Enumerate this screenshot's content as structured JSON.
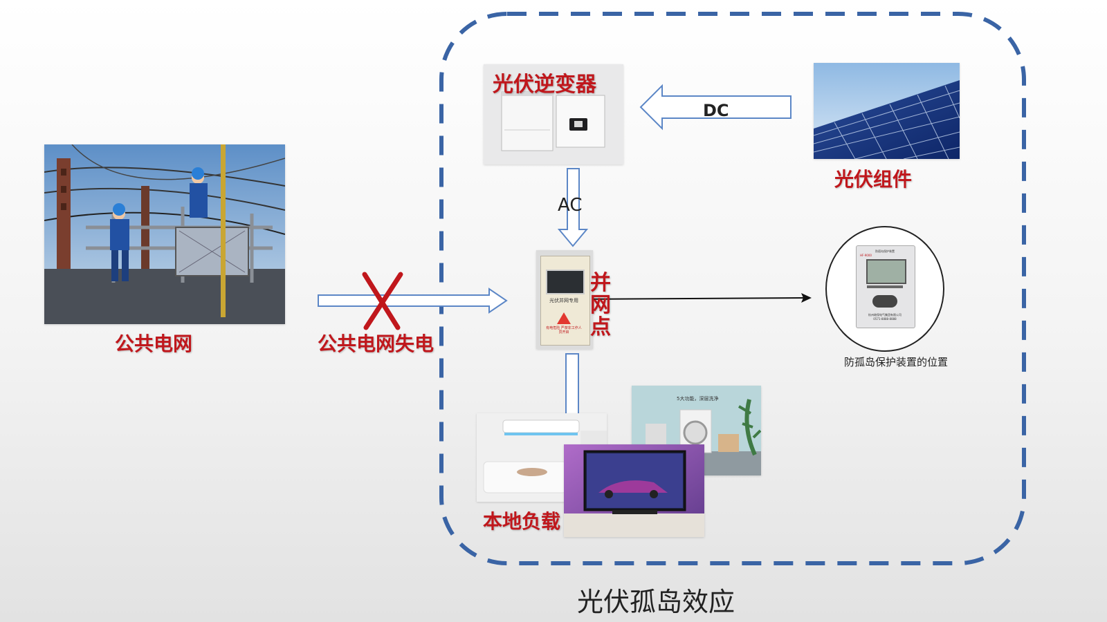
{
  "labels": {
    "grid": "公共电网",
    "grid_outage": "公共电网失电",
    "inverter": "光伏逆变器",
    "pv_module": "光伏组件",
    "dc": "DC",
    "ac": "AC",
    "grid_point_1": "并",
    "grid_point_2": "网",
    "grid_point_3": "点",
    "local_load": "本地负载",
    "protection_position": "防孤岛保护装置的位置",
    "title": "光伏孤岛效应"
  },
  "cabinet": {
    "header": "光伏并网专用",
    "warning": "有电危险",
    "note": "有电危险 严禁非工作人员开启"
  },
  "device": {
    "model": "HF-9000",
    "name": "防孤岛保护装置",
    "company": "杭州继保电气集团有限公司",
    "phone": "0571-8888-8888"
  },
  "washer_ad": {
    "text": "5大功能，深层洗净"
  },
  "colors": {
    "accent_red": "#c0171c",
    "boundary_blue": "#3a64a5",
    "arrow_blue": "#5b86c6"
  }
}
